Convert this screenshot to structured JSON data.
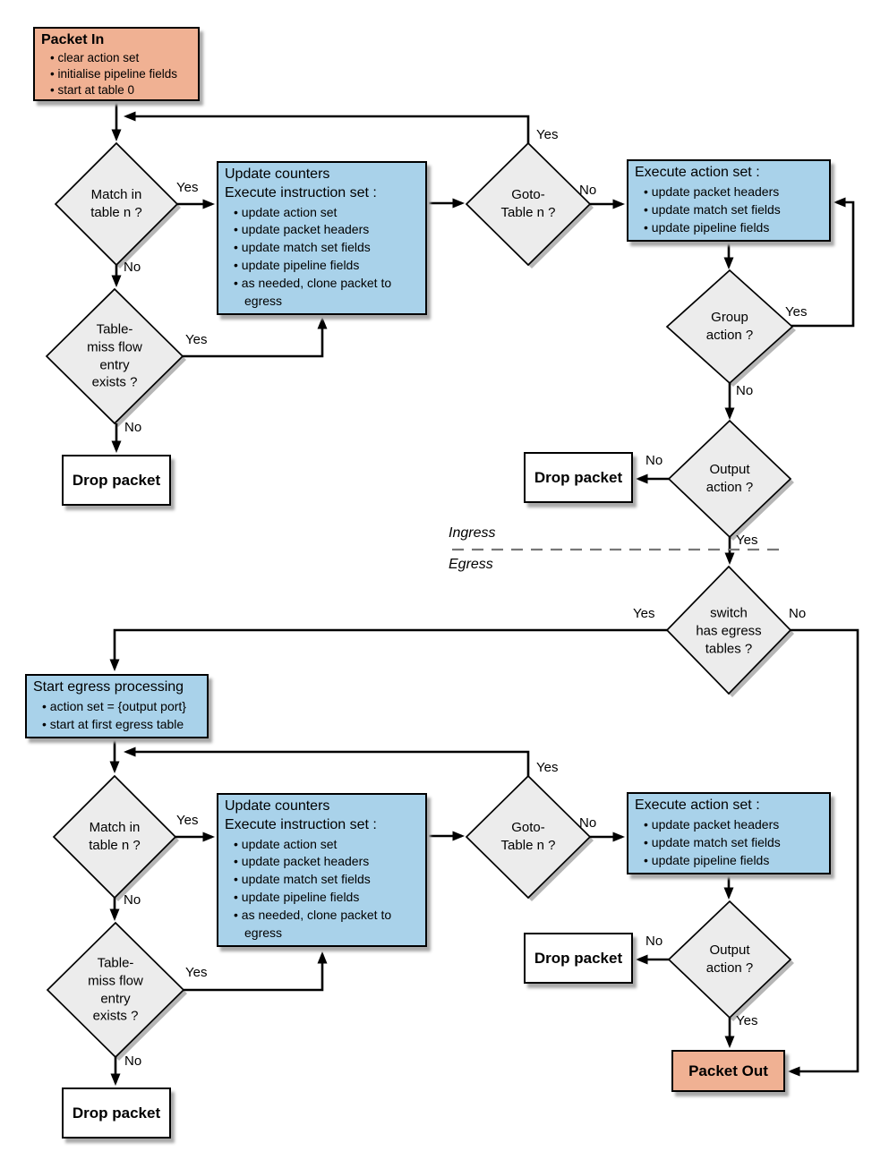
{
  "colors": {
    "process_fill": "#a9d2ea",
    "terminal_fill": "#f0b193",
    "decision_fill": "#ececec",
    "plain_fill": "#ffffff",
    "line": "#000000",
    "divider": "#777777"
  },
  "divider": {
    "above_label": "Ingress",
    "below_label": "Egress"
  },
  "ingress": {
    "packet_in": {
      "title": "Packet In",
      "bullets": [
        "clear action set",
        "initialise pipeline fields",
        "start at table 0"
      ]
    },
    "match_decision": "Match in\ntable n ?",
    "update_box": {
      "line1": "Update counters",
      "line2": "Execute instruction set :",
      "bullets": [
        "update action set",
        "update packet headers",
        "update match set fields",
        "update pipeline fields",
        "as needed, clone packet to egress"
      ]
    },
    "goto_decision": "Goto-\nTable n ?",
    "execute_box": {
      "title": "Execute action set :",
      "bullets": [
        "update packet headers",
        "update match set fields",
        "update pipeline fields"
      ]
    },
    "group_decision": "Group\naction ?",
    "output_decision": "Output\naction ?",
    "table_miss_decision": "Table-\nmiss flow\nentry\nexists ?",
    "drop_left": "Drop packet",
    "drop_right": "Drop packet"
  },
  "egress": {
    "switch_decision": "switch\nhas egress\ntables ?",
    "start_box": {
      "title": "Start egress processing",
      "bullets": [
        "action set = {output port}",
        "start at first egress table"
      ]
    },
    "match_decision": "Match in\ntable n ?",
    "update_box": {
      "line1": "Update counters",
      "line2": "Execute instruction set :",
      "bullets": [
        "update action set",
        "update packet headers",
        "update match set fields",
        "update pipeline fields",
        "as needed, clone packet to egress"
      ]
    },
    "goto_decision": "Goto-\nTable n ?",
    "execute_box": {
      "title": "Execute action set :",
      "bullets": [
        "update packet headers",
        "update match set fields",
        "update pipeline fields"
      ]
    },
    "output_decision": "Output\naction ?",
    "table_miss_decision": "Table-\nmiss flow\nentry\nexists ?",
    "drop_left": "Drop packet",
    "drop_right": "Drop packet",
    "packet_out": "Packet Out"
  },
  "edges": [
    {
      "id": "ingress-match-yes",
      "label": "Yes"
    },
    {
      "id": "ingress-match-no",
      "label": "No"
    },
    {
      "id": "ingress-goto-yes",
      "label": "Yes"
    },
    {
      "id": "ingress-goto-no",
      "label": "No"
    },
    {
      "id": "ingress-tablemiss-yes",
      "label": "Yes"
    },
    {
      "id": "ingress-tablemiss-no",
      "label": "No"
    },
    {
      "id": "group-yes",
      "label": "Yes"
    },
    {
      "id": "group-no",
      "label": "No"
    },
    {
      "id": "ingress-output-no",
      "label": "No"
    },
    {
      "id": "ingress-output-yes",
      "label": "Yes"
    },
    {
      "id": "switch-yes",
      "label": "Yes"
    },
    {
      "id": "switch-no",
      "label": "No"
    },
    {
      "id": "egress-match-yes",
      "label": "Yes"
    },
    {
      "id": "egress-match-no",
      "label": "No"
    },
    {
      "id": "egress-goto-yes",
      "label": "Yes"
    },
    {
      "id": "egress-goto-no",
      "label": "No"
    },
    {
      "id": "egress-tablemiss-yes",
      "label": "Yes"
    },
    {
      "id": "egress-tablemiss-no",
      "label": "No"
    },
    {
      "id": "egress-output-no",
      "label": "No"
    },
    {
      "id": "egress-output-yes",
      "label": "Yes"
    }
  ]
}
